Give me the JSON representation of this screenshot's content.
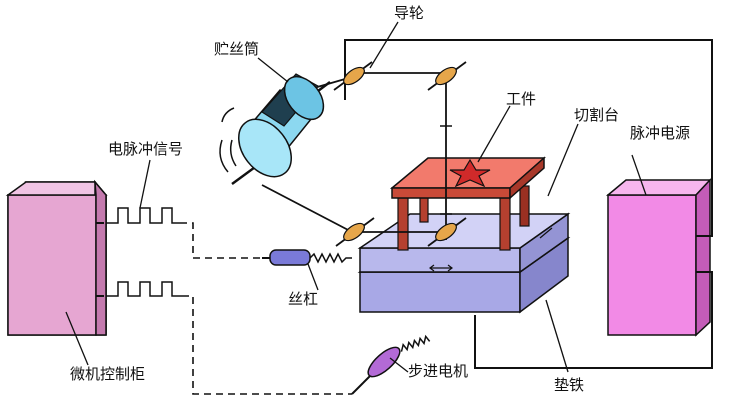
{
  "labels": {
    "guide_wheel": "导轮",
    "wire_drum": "贮丝筒",
    "workpiece": "工件",
    "cutting_table": "切割台",
    "pulse_power": "脉冲电源",
    "pulse_signal": "电脉冲信号",
    "lead_screw": "丝杠",
    "micro_cabinet": "微机控制柜",
    "stepper_motor": "步进电机",
    "shim_iron": "垫铁"
  },
  "colors": {
    "cabinet": "#e6a6d2",
    "power_supply": "#f28ae6",
    "table_top": "#f27a6c",
    "table_legs": "#b5402f",
    "base_block": "#b8b8ec",
    "drum_body": "#8cd8f0",
    "drum_band": "#1f3f4f",
    "guide_wheel": "#e6a64a",
    "motor": "#b36ad6",
    "screw_body": "#7a7ad8"
  }
}
